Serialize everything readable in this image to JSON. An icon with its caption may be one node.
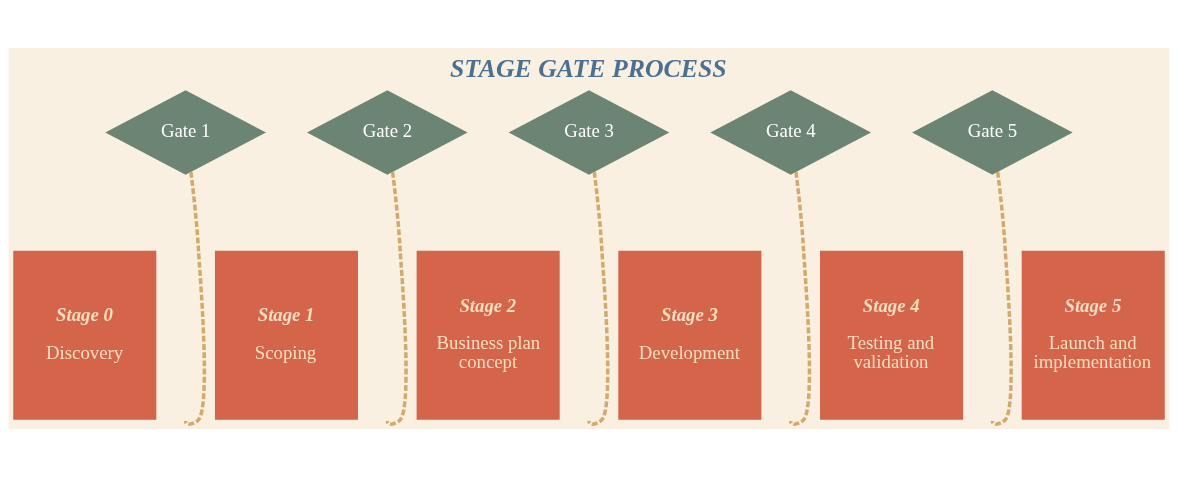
{
  "diagram": {
    "title": "STAGE GATE PROCESS",
    "nodes": [
      {
        "text": [
          "Gate 1"
        ]
      },
      {
        "text": [
          "Gate 2"
        ]
      },
      {
        "text": [
          "Gate 3"
        ]
      },
      {
        "text": [
          "Gate 4"
        ]
      },
      {
        "text": [
          "Gate 5"
        ]
      },
      {
        "text": [
          "Stage 0",
          "Discovery"
        ]
      },
      {
        "text": [
          "Stage 1",
          "Scoping"
        ]
      },
      {
        "text": [
          "Stage 2",
          "Business plan concept"
        ]
      },
      {
        "text": [
          "Stage 3",
          "Development"
        ]
      },
      {
        "text": [
          "Stage 4",
          "Testing and validation"
        ]
      },
      {
        "text": [
          "Stage 5",
          "Launch and implementation"
        ]
      }
    ],
    "edges": [
      {
        "from": 0,
        "to": null,
        "arrow": "none",
        "style": "dashed"
      },
      {
        "from": 1,
        "to": null,
        "arrow": "none",
        "style": "dashed"
      },
      {
        "from": 2,
        "to": null,
        "arrow": "none",
        "style": "dashed"
      },
      {
        "from": 3,
        "to": null,
        "arrow": "none",
        "style": "dashed"
      },
      {
        "from": 4,
        "to": null,
        "arrow": "none",
        "style": "dashed"
      }
    ]
  }
}
